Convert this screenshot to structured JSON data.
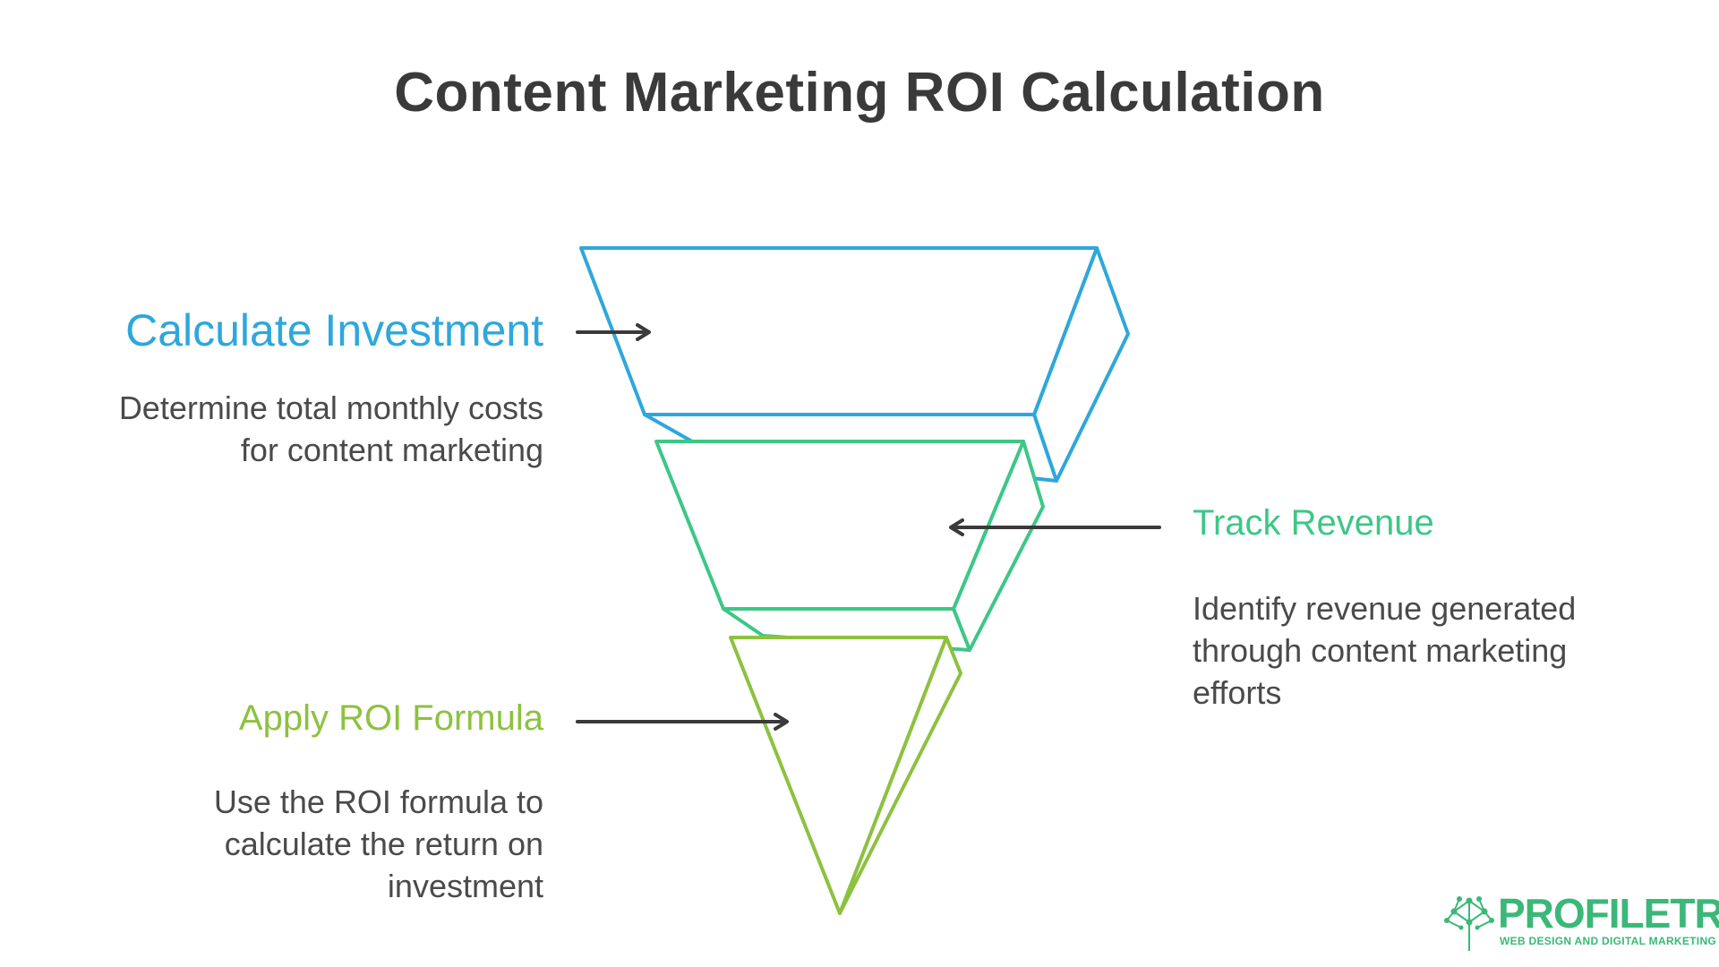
{
  "title": "Content Marketing ROI Calculation",
  "colors": {
    "investment": "#2ea7dc",
    "revenue": "#3dc787",
    "formula": "#8dc13f",
    "arrow": "#3a3a3a",
    "body_text": "#4a4a4a",
    "brand": "#3bb878"
  },
  "steps": [
    {
      "heading": "Calculate Investment",
      "description": "Determine total monthly costs for content marketing"
    },
    {
      "heading": "Track Revenue",
      "description": "Identify revenue generated through content marketing efforts"
    },
    {
      "heading": "Apply ROI Formula",
      "description": "Use the ROI formula to calculate the return on investment"
    }
  ],
  "logo": {
    "name": "PROFILETREE",
    "tagline": "WEB DESIGN AND DIGITAL MARKETING",
    "icon": "tree-network-icon"
  }
}
